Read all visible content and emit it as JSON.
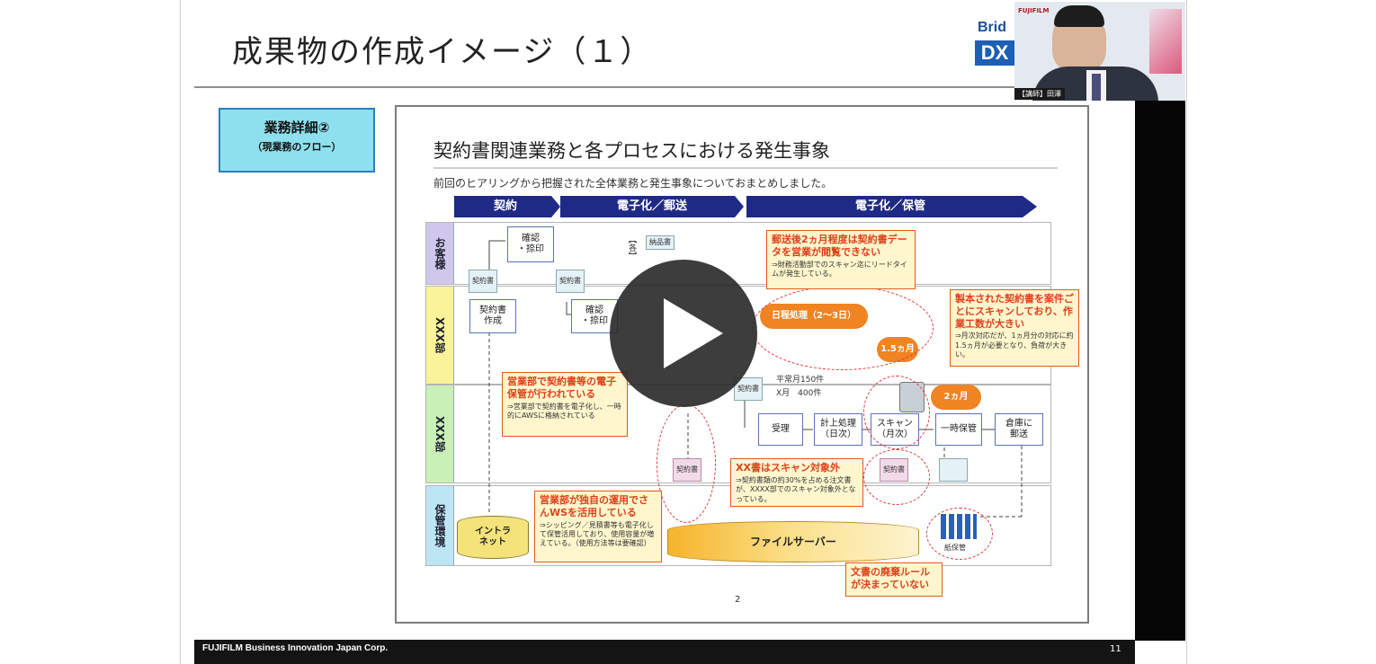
{
  "slide": {
    "title": "成果物の作成イメージ（１）",
    "brand_fragment": "Brid",
    "brand_dx": "DX",
    "footer_company": "FUJIFILM Business Innovation Japan Corp.",
    "page_number": "11",
    "section_tag_title": "業務詳細②",
    "section_tag_subtitle": "（現業務のフロー）"
  },
  "camera": {
    "top_logo": "FUJIFILM",
    "name_badge": "【講師】田澤"
  },
  "document": {
    "title": "契約書関連業務と各プロセスにおける発生事象",
    "subtitle": "前回のヒアリングから把握された全体業務と発生事象についておまとめしました。",
    "page_label": "2",
    "phases": [
      "契約",
      "電子化／郵送",
      "電子化／保管"
    ],
    "lanes": [
      "お客様",
      "XXX部",
      "XXX部",
      "保管環境"
    ],
    "boxes": {
      "customer_confirm": "確認\n・捺印",
      "create_contract": "契約書\n作成",
      "confirm_stamp": "確認\n・捺印",
      "receive": "受理",
      "accounting": "計上処理\n（日次）",
      "scan": "スキャン\n（月次）",
      "temp_store": "一時保管",
      "send_warehouse": "倉庫に\n郵送",
      "intranet": "イントラ\nネット",
      "file_server": "ファイルサーバー",
      "archive_label": "紙保管"
    },
    "doc_icons": {
      "contract": "契約書",
      "receipt": "納品書"
    },
    "volume": {
      "line1": "平常月150件",
      "line2": "X月　400件"
    },
    "side_note": "【各】",
    "arrows": {
      "daily": "日程処理（2～3日）",
      "one_half_month": "1.5ヵ月",
      "two_month": "2ヵ月"
    },
    "callouts": [
      {
        "title": "郵送後2ヵ月程度は契約書データを営業が閲覧できない",
        "sub": "⇒財務活動部でのスキャン迄にリードタイムが発生している。"
      },
      {
        "title": "製本された契約書を案件ごとにスキャンしており、作業工数が大きい",
        "sub": "⇒月次対応だが、1ヵ月分の対応に約1.5ヵ月が必要となり、負荷が大きい。"
      },
      {
        "title": "営業部で契約書等の電子保管が行われている",
        "sub": "⇒営業部で契約書を電子化し、一時的にAWSに格納されている"
      },
      {
        "title": "XX書はスキャン対象外",
        "sub": "⇒契約書類の約30%を占める注文書が、XXXX部でのスキャン対象外となっている。"
      },
      {
        "title": "営業部が独自の運用でさんWSを活用している",
        "sub": "⇒シッピング／見積書等も電子化して保管活用しており、使用容量が増えている。（使用方法等は要確認）"
      },
      {
        "title": "文書の廃棄ルールが決まっていない",
        "sub": ""
      }
    ]
  },
  "player": {
    "play_icon": "play-icon"
  },
  "colors": {
    "phase_navy": "#1f2a86",
    "tag_cyan": "#8fe0ef",
    "callout_orange": "#e25a18",
    "arrow_orange": "#f08322"
  }
}
